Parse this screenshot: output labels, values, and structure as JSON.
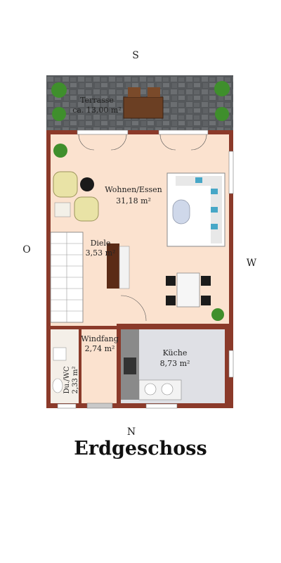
{
  "compass": {
    "south": "S",
    "north": "N",
    "east": "O",
    "west": "W"
  },
  "rooms": {
    "terrasse": {
      "name": "Terrasse",
      "area": "ca. 13,00 m²"
    },
    "wohnen": {
      "name": "Wohnen/Essen",
      "area": "31,18 m²"
    },
    "diele": {
      "name": "Diele",
      "area": "3,53 m²"
    },
    "windfang": {
      "name": "Windfang",
      "area": "2,74 m²"
    },
    "kueche": {
      "name": "Küche",
      "area": "8,73 m²"
    },
    "duwc": {
      "name": "Du./WC",
      "area": "2,33 m²"
    }
  },
  "title": "Erdgeschoss",
  "colors": {
    "wall": "#8b3a2a",
    "floor": "#fbe2cf",
    "terrace": "#5a5d60",
    "kitchen_floor": "#dfe0e5",
    "plant": "#3f8f2c"
  }
}
